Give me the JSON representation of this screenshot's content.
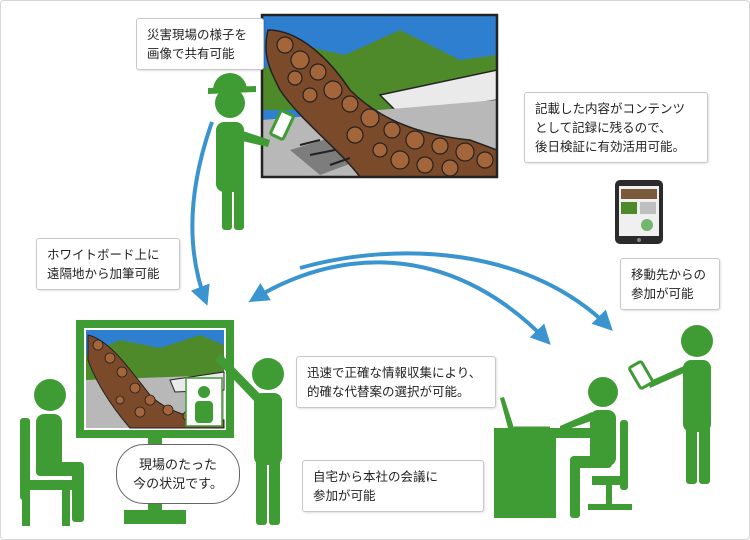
{
  "notes": {
    "share": [
      "災害現場の様子を",
      "画像で共有可能"
    ],
    "record": [
      "記載した内容がコンテンツ",
      "として記録に残るので、",
      "後日検証に有効活用可能。"
    ],
    "whiteboard": [
      "ホワイトボード上に",
      "遠隔地から加筆可能"
    ],
    "mobile": [
      "移動先からの",
      "参加が可能"
    ],
    "decision": [
      "迅速で正確な情報収集により、",
      "的確な代替案の選択が可能。"
    ],
    "home": [
      "自宅から本社の会議に",
      "参加が可能"
    ],
    "speech": [
      "現場のたった",
      "今の状況です。"
    ]
  },
  "colors": {
    "figure": "#3f9c35",
    "arrow": "#3a94cf",
    "dark": "#222222"
  }
}
